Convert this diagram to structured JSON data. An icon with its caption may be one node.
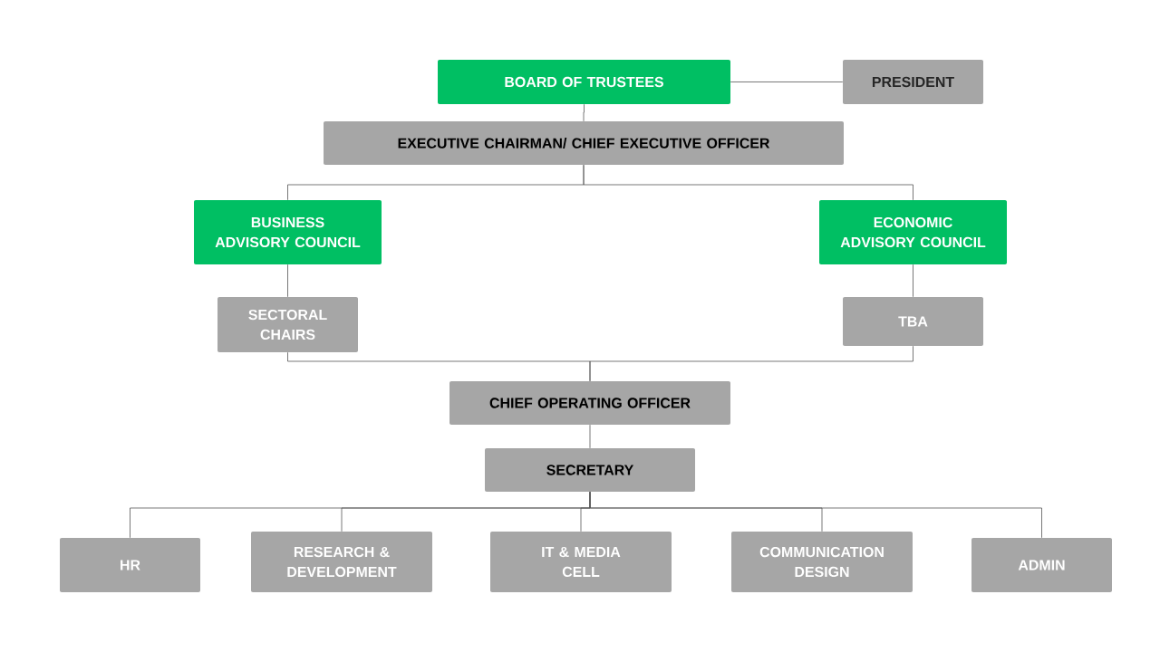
{
  "diagram": {
    "nodes": [
      {
        "text": [
          "BOARD OF TRUSTEES"
        ]
      },
      {
        "text": [
          "PRESIDENT"
        ]
      },
      {
        "text": [
          "EXECUTIVE CHAIRMAN/ CHIEF EXECUTIVE OFFICER"
        ]
      },
      {
        "text": [
          "BUSINESS ADVISORY COUNCIL"
        ]
      },
      {
        "text": [
          "ECONOMIC ADVISORY COUNCIL"
        ]
      },
      {
        "text": [
          "SECTORAL CHAIRS"
        ]
      },
      {
        "text": [
          "TBA"
        ]
      },
      {
        "text": [
          "CHIEF OPERATING OFFICER"
        ]
      },
      {
        "text": [
          "SECRETARY"
        ]
      },
      {
        "text": [
          "HR"
        ]
      },
      {
        "text": [
          "RESEARCH & DEVELOPMENT"
        ]
      },
      {
        "text": [
          "IT & MEDIA CELL"
        ]
      },
      {
        "text": [
          "COMMUNICATION DESIGN"
        ]
      },
      {
        "text": [
          "ADMIN"
        ]
      }
    ],
    "edges": [
      {
        "from": 0,
        "to": 1,
        "arrow": "none"
      },
      {
        "from": 0,
        "to": 2,
        "arrow": "none"
      },
      {
        "from": 2,
        "to": 3,
        "arrow": "none"
      },
      {
        "from": 2,
        "to": 4,
        "arrow": "none"
      },
      {
        "from": 3,
        "to": 5,
        "arrow": "none"
      },
      {
        "from": 4,
        "to": 6,
        "arrow": "none"
      },
      {
        "from": 5,
        "to": 7,
        "arrow": "none"
      },
      {
        "from": 6,
        "to": 7,
        "arrow": "none"
      },
      {
        "from": 7,
        "to": 8,
        "arrow": "none"
      },
      {
        "from": 8,
        "to": 9,
        "arrow": "none"
      },
      {
        "from": 8,
        "to": 10,
        "arrow": "none"
      },
      {
        "from": 8,
        "to": 11,
        "arrow": "none"
      },
      {
        "from": 8,
        "to": 12,
        "arrow": "none"
      },
      {
        "from": 8,
        "to": 13,
        "arrow": "none"
      }
    ]
  }
}
